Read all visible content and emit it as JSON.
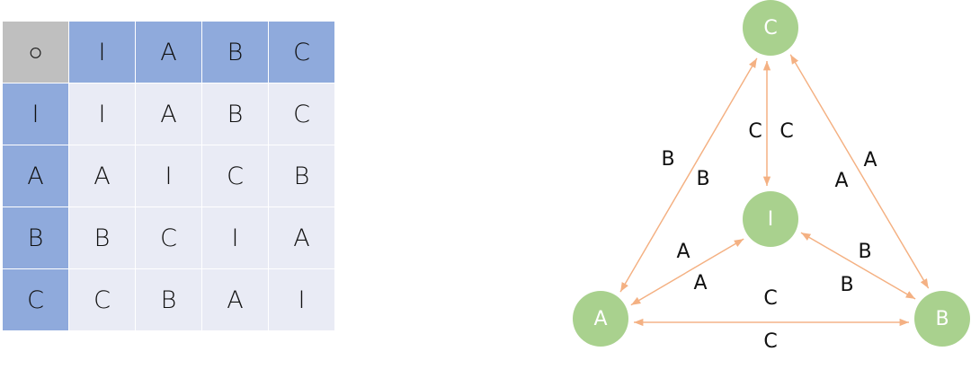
{
  "table": {
    "corner": "○",
    "col_headers": [
      "I",
      "A",
      "B",
      "C"
    ],
    "rows": [
      {
        "header": "I",
        "cells": [
          "I",
          "A",
          "B",
          "C"
        ]
      },
      {
        "header": "A",
        "cells": [
          "A",
          "I",
          "C",
          "B"
        ]
      },
      {
        "header": "B",
        "cells": [
          "B",
          "C",
          "I",
          "A"
        ]
      },
      {
        "header": "C",
        "cells": [
          "C",
          "B",
          "A",
          "I"
        ]
      }
    ]
  },
  "graph": {
    "colors": {
      "node": "#a9d18e",
      "edge": "#f4b183",
      "header": "#8faadc",
      "cell": "#e9ebf5",
      "corner": "#bfbfbf"
    },
    "nodes": {
      "C": "C",
      "I": "I",
      "A": "A",
      "B": "B"
    },
    "edges": [
      {
        "from": "C",
        "to": "I",
        "label": "C"
      },
      {
        "from": "I",
        "to": "C",
        "label": "C"
      },
      {
        "from": "A",
        "to": "C",
        "label": "B"
      },
      {
        "from": "C",
        "to": "A",
        "label": "B"
      },
      {
        "from": "B",
        "to": "C",
        "label": "A"
      },
      {
        "from": "C",
        "to": "B",
        "label": "A"
      },
      {
        "from": "A",
        "to": "I",
        "label": "A"
      },
      {
        "from": "I",
        "to": "A",
        "label": "A"
      },
      {
        "from": "B",
        "to": "I",
        "label": "B"
      },
      {
        "from": "I",
        "to": "B",
        "label": "B"
      },
      {
        "from": "A",
        "to": "B",
        "label": "C"
      },
      {
        "from": "B",
        "to": "A",
        "label": "C"
      }
    ]
  }
}
